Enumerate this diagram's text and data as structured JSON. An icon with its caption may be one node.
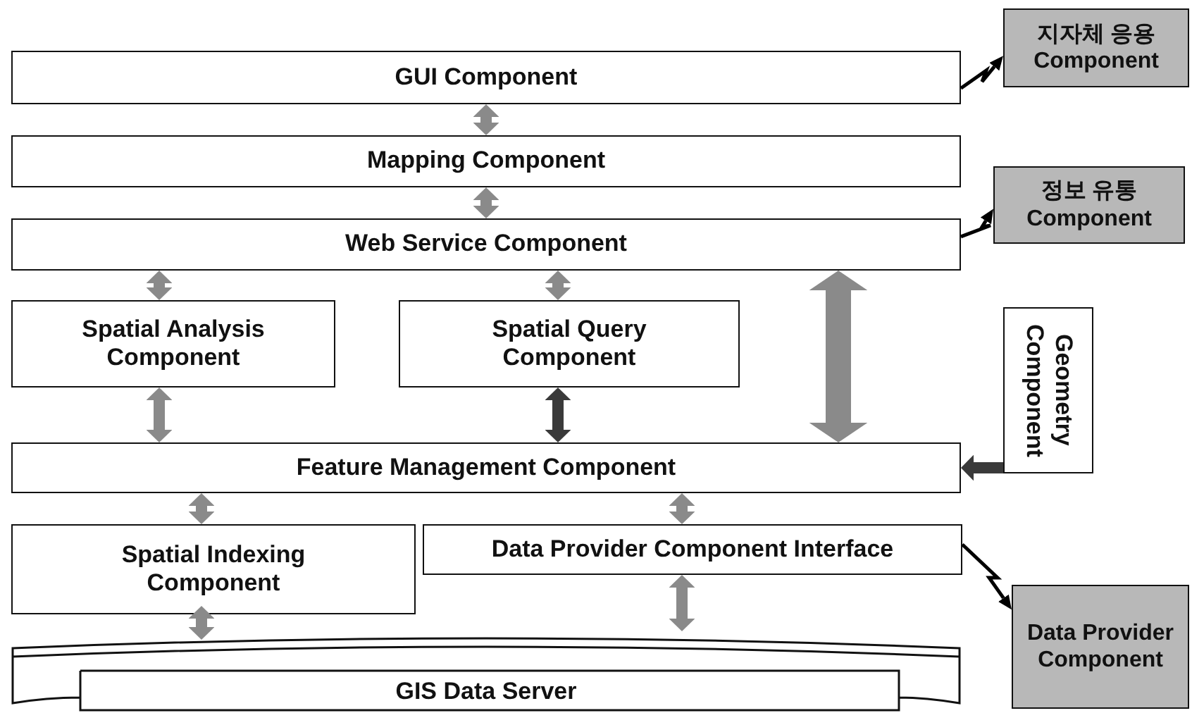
{
  "diagram": {
    "nodes": [
      {
        "text": [
          "GUI Component"
        ]
      },
      {
        "text": [
          "Mapping Component"
        ]
      },
      {
        "text": [
          "Web Service Component"
        ]
      },
      {
        "text": [
          "Spatial Analysis Component"
        ]
      },
      {
        "text": [
          "Spatial Query Component"
        ]
      },
      {
        "text": [
          "Feature Management Component"
        ]
      },
      {
        "text": [
          "Spatial Indexing Component"
        ]
      },
      {
        "text": [
          "Data Provider Component Interface"
        ]
      },
      {
        "text": [
          "GIS Data Server"
        ]
      },
      {
        "text": [
          "지자체 응용 Component"
        ]
      },
      {
        "text": [
          "정보 유통 Component"
        ]
      },
      {
        "text": [
          "Geometry Component"
        ]
      },
      {
        "text": [
          "Data Provider Component"
        ]
      }
    ],
    "edges": [
      {
        "from": 0,
        "to": 1,
        "arrow": "both"
      },
      {
        "from": 1,
        "to": 2,
        "arrow": "both"
      },
      {
        "from": 2,
        "to": 3,
        "arrow": "both"
      },
      {
        "from": 2,
        "to": 4,
        "arrow": "both"
      },
      {
        "from": 3,
        "to": 5,
        "arrow": "both"
      },
      {
        "from": 4,
        "to": 5,
        "arrow": "both",
        "color": "#3a3a3a"
      },
      {
        "from": 2,
        "to": 5,
        "arrow": "both",
        "style": "thick"
      },
      {
        "from": 11,
        "to": 5,
        "arrow": "to",
        "color": "#3a3a3a"
      },
      {
        "from": 5,
        "to": 6,
        "arrow": "both"
      },
      {
        "from": 5,
        "to": 7,
        "arrow": "both"
      },
      {
        "from": 6,
        "to": 8,
        "arrow": "both"
      },
      {
        "from": 7,
        "to": 8,
        "arrow": "both"
      },
      {
        "from": 0,
        "to": 9,
        "arrow": "to",
        "color": "#000000"
      },
      {
        "from": 2,
        "to": 10,
        "arrow": "to",
        "color": "#000000"
      },
      {
        "from": 7,
        "to": 12,
        "arrow": "to",
        "color": "#000000"
      }
    ]
  }
}
